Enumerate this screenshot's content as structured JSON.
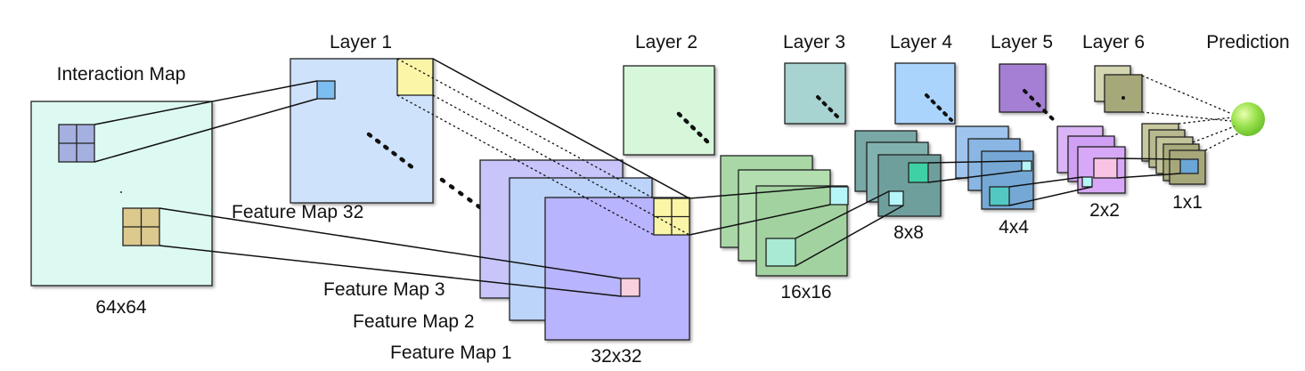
{
  "labels": {
    "interaction_map": "Interaction Map",
    "size_64": "64x64",
    "layer1": "Layer 1",
    "feature_map_32": "Feature Map 32",
    "feature_map_3": "Feature Map 3",
    "feature_map_2": "Feature Map 2",
    "feature_map_1": "Feature Map 1",
    "size_32": "32x32",
    "layer2": "Layer 2",
    "size_16": "16x16",
    "layer3": "Layer 3",
    "layer4": "Layer 4",
    "size_8": "8x8",
    "layer5": "Layer 5",
    "size_4": "4x4",
    "layer6": "Layer 6",
    "size_2": "2x2",
    "size_1": "1x1",
    "prediction": "Prediction"
  },
  "colors": {
    "interaction_map": "#dcfaf2",
    "layer1": "#cfe2fb",
    "kernel_yellow": "#fbf5a8",
    "fm_purple": "#c7c5fa",
    "fm_blue": "#bcd3fa",
    "fm_front": "#b8b4fd",
    "layer2": "#d6f7da",
    "l2_green": "#a9d8a6",
    "layer3": "#a7d3d1",
    "l3_teal": "#6e9f9c",
    "layer4": "#aad4fb",
    "l4_blue": "#76a8d6",
    "layer5": "#a47fd4",
    "l5_purple": "#cfa0f3",
    "layer6": "#c9c9a0",
    "l6_olive": "#a7a87a",
    "prediction": "#9be24f"
  }
}
